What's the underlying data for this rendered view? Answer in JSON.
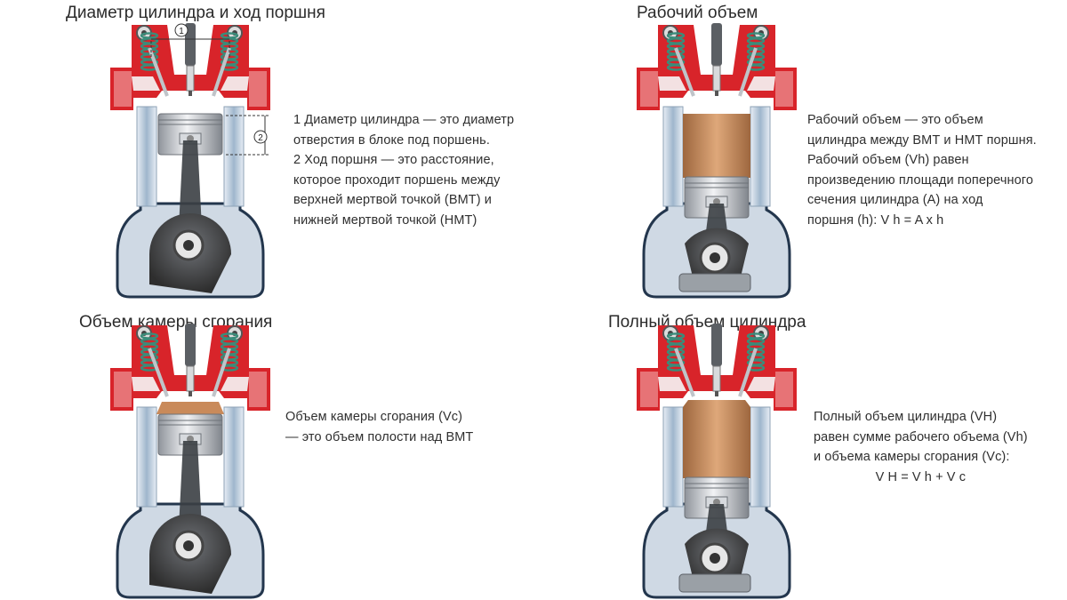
{
  "panels": {
    "bore_stroke": {
      "title": "Диаметр цилиндра и ход поршня",
      "lines": [
        "1 Диаметр цилиндра — это диаметр",
        "отверстия в блоке под поршень.",
        "2 Ход поршня — это расстояние,",
        "которое проходит поршень между",
        "верхней мертвой точкой (ВМТ) и",
        "нижней мертвой точкой (НМТ)"
      ],
      "marker_1": "1",
      "marker_2": "2"
    },
    "displacement": {
      "title": "Рабочий объем",
      "lines": [
        "Рабочий объем — это объем",
        "цилиндра между ВМТ и НМТ поршня.",
        "Рабочий объем (Vh) равен",
        "произведению площади поперечного",
        "сечения цилиндра (А) на ход",
        "поршня (h): V h = A x h"
      ]
    },
    "combustion_chamber": {
      "title": "Объем камеры сгорания",
      "lines": [
        "Объем камеры сгорания (Vc)",
        "— это объем полости над ВМТ"
      ]
    },
    "total_volume": {
      "title": "Полный объем цилиндра",
      "lines": [
        "Полный объем цилиндра (VH)",
        "равен сумме рабочего объема (Vh)",
        "и объема камеры сгорания (Vc):"
      ],
      "formula": "V H = V h + V c"
    }
  },
  "icons": {
    "engine": "engine-cross-section-icon",
    "valve_spring": "valve-spring-icon",
    "spark_plug": "spark-plug-icon",
    "piston": "piston-icon",
    "connecting_rod": "connecting-rod-icon",
    "crankshaft": "crankshaft-icon"
  },
  "colors": {
    "head_red": "#d8242a",
    "cylinder_wall": "#9fb6cc",
    "piston_silver": "#c9cdd2",
    "volume_fill": "#c98a5a",
    "crank_dark": "#2e2e2e"
  }
}
